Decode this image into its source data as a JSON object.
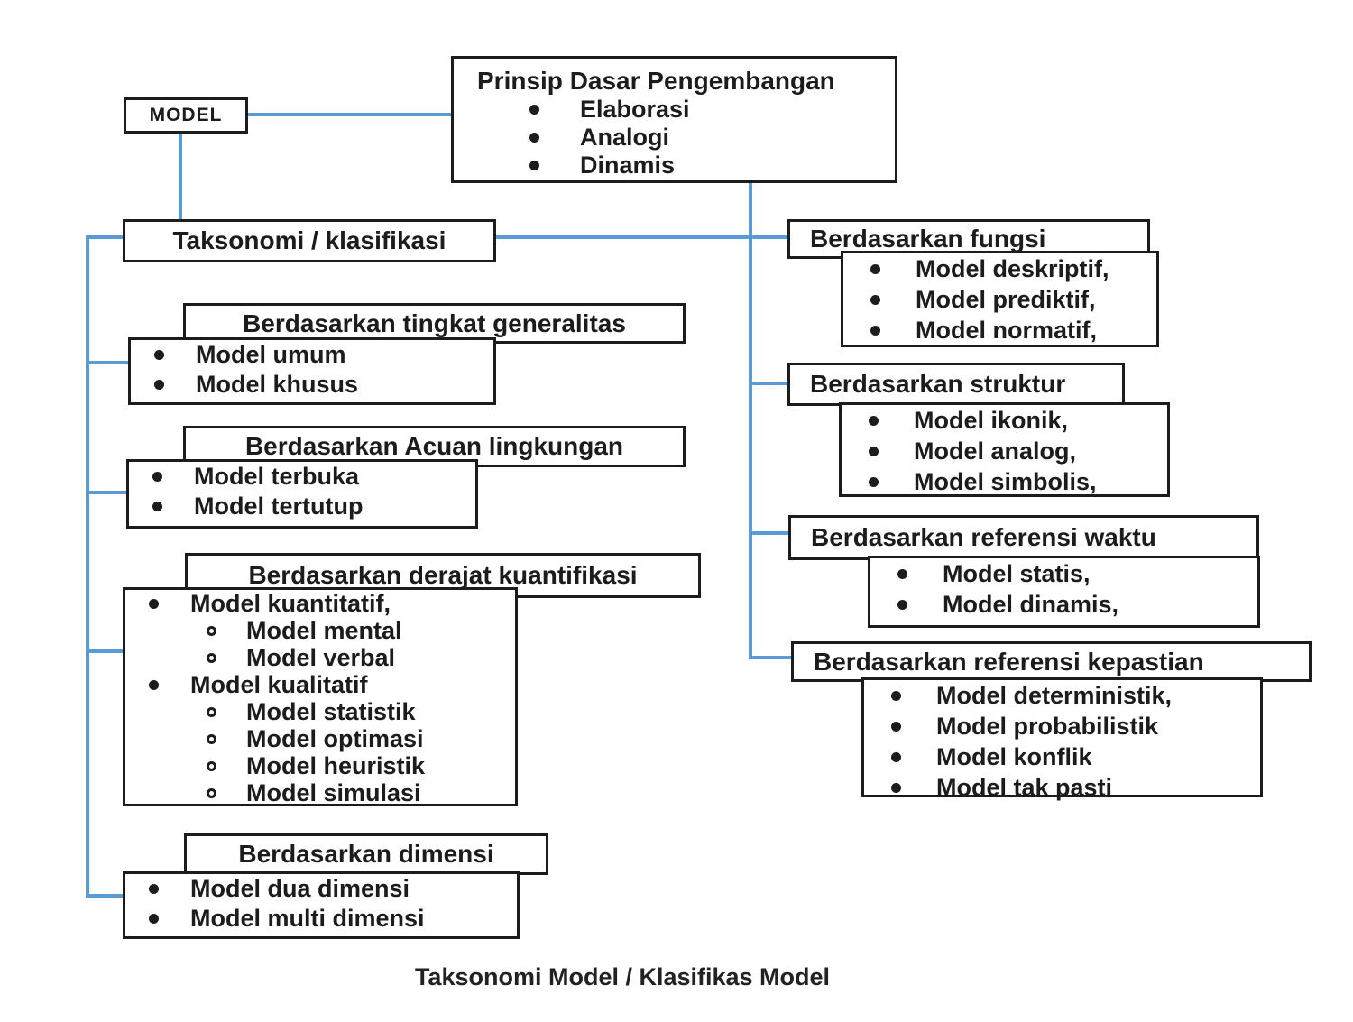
{
  "diagram": {
    "model_label": "MODEL",
    "principles": {
      "title": "Prinsip Dasar Pengembangan",
      "items": [
        {
          "t": "Elaborasi",
          "l": 0
        },
        {
          "t": "Analogi",
          "l": 0
        },
        {
          "t": "Dinamis",
          "l": 0
        }
      ]
    },
    "taxonomy_label": "Taksonomi / klasifikasi",
    "left_sections": [
      {
        "title": "Berdasarkan tingkat generalitas",
        "items": [
          {
            "t": "Model umum",
            "l": 0
          },
          {
            "t": "Model khusus",
            "l": 0
          }
        ]
      },
      {
        "title": "Berdasarkan Acuan lingkungan",
        "items": [
          {
            "t": "Model terbuka",
            "l": 0
          },
          {
            "t": "Model tertutup",
            "l": 0
          }
        ]
      },
      {
        "title": "Berdasarkan derajat kuantifikasi",
        "items": [
          {
            "t": "Model kuantitatif,",
            "l": 0
          },
          {
            "t": "Model mental",
            "l": 1
          },
          {
            "t": "Model verbal",
            "l": 1
          },
          {
            "t": "Model kualitatif",
            "l": 0
          },
          {
            "t": "Model statistik",
            "l": 1
          },
          {
            "t": "Model optimasi",
            "l": 1
          },
          {
            "t": "Model heuristik",
            "l": 1
          },
          {
            "t": "Model simulasi",
            "l": 1
          }
        ]
      },
      {
        "title": "Berdasarkan dimensi",
        "items": [
          {
            "t": "Model dua dimensi",
            "l": 0
          },
          {
            "t": "Model multi dimensi",
            "l": 0
          }
        ]
      }
    ],
    "right_sections": [
      {
        "title": "Berdasarkan fungsi",
        "items": [
          {
            "t": "Model deskriptif,",
            "l": 0
          },
          {
            "t": "Model prediktif,",
            "l": 0
          },
          {
            "t": "Model normatif,",
            "l": 0
          }
        ]
      },
      {
        "title": "Berdasarkan struktur",
        "items": [
          {
            "t": "Model ikonik,",
            "l": 0
          },
          {
            "t": "Model analog,",
            "l": 0
          },
          {
            "t": "Model simbolis,",
            "l": 0
          }
        ]
      },
      {
        "title": "Berdasarkan referensi waktu",
        "items": [
          {
            "t": "Model statis,",
            "l": 0
          },
          {
            "t": "Model dinamis,",
            "l": 0
          }
        ]
      },
      {
        "title": "Berdasarkan referensi kepastian",
        "items": [
          {
            "t": "Model deterministik,",
            "l": 0
          },
          {
            "t": "Model probabilistik",
            "l": 0
          },
          {
            "t": "Model konflik",
            "l": 0
          },
          {
            "t": "Model tak pasti",
            "l": 0
          }
        ]
      }
    ],
    "caption": "Taksonomi Model / Klasifikas Model",
    "colors": {
      "connector": "#5b9bd5",
      "border": "#1c1c1c",
      "text": "#1c1c1c"
    }
  }
}
